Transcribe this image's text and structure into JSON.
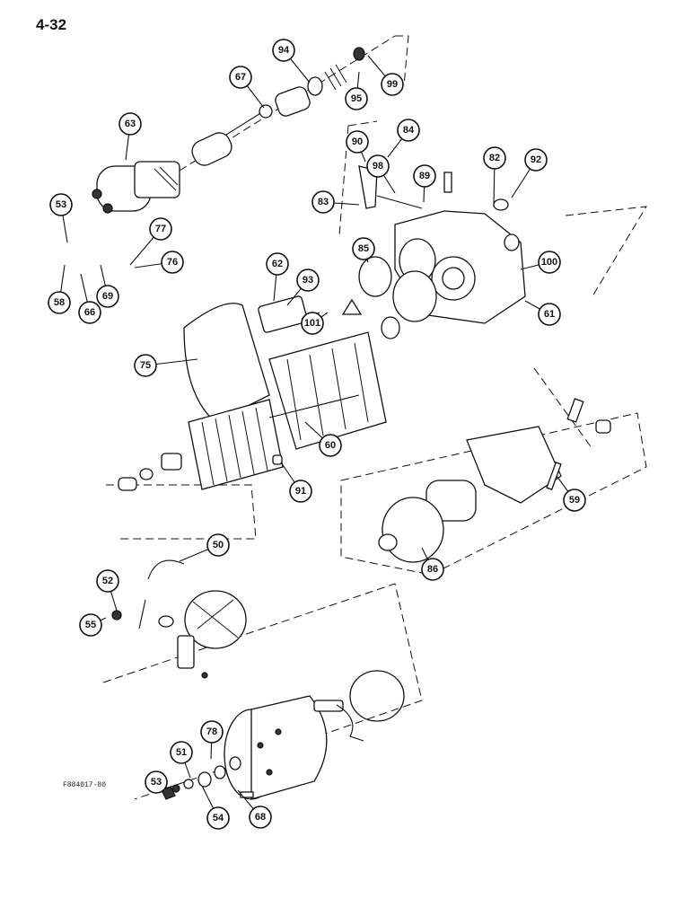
{
  "page": {
    "number": "4-32",
    "diagram_code": "F884017-80"
  },
  "callouts": [
    "94",
    "67",
    "95",
    "99",
    "63",
    "90",
    "84",
    "98",
    "89",
    "82",
    "92",
    "83",
    "53",
    "77",
    "76",
    "58",
    "66",
    "69",
    "85",
    "100",
    "62",
    "93",
    "101",
    "61",
    "75",
    "60",
    "91",
    "59",
    "50",
    "86",
    "52",
    "55",
    "78",
    "51",
    "53",
    "54",
    "68"
  ]
}
